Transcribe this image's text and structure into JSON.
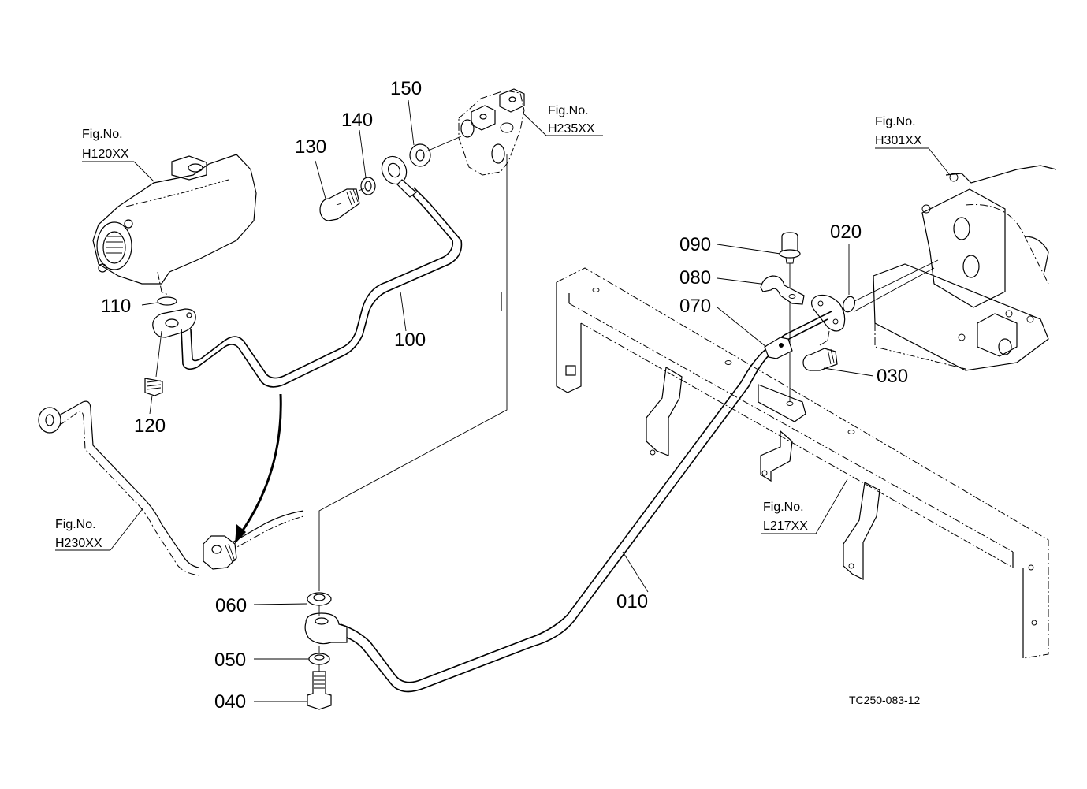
{
  "diagram": {
    "type": "exploded parts diagram",
    "drawing_number": "TC250-083-12",
    "fig_references": [
      {
        "id": "ref-h120",
        "caption": "Fig.No.",
        "code": "H120XX"
      },
      {
        "id": "ref-h235",
        "caption": "Fig.No.",
        "code": "H235XX"
      },
      {
        "id": "ref-h301",
        "caption": "Fig.No.",
        "code": "H301XX"
      },
      {
        "id": "ref-h230",
        "caption": "Fig.No.",
        "code": "H230XX"
      },
      {
        "id": "ref-l217",
        "caption": "Fig.No.",
        "code": "L217XX"
      }
    ],
    "parts": [
      {
        "number": "010",
        "item": "pipe"
      },
      {
        "number": "020",
        "item": "o-ring"
      },
      {
        "number": "030",
        "item": "bolt"
      },
      {
        "number": "040",
        "item": "hollow bolt"
      },
      {
        "number": "050",
        "item": "washer"
      },
      {
        "number": "060",
        "item": "washer"
      },
      {
        "number": "070",
        "item": "cushion"
      },
      {
        "number": "080",
        "item": "clamp"
      },
      {
        "number": "090",
        "item": "bolt"
      },
      {
        "number": "100",
        "item": "pipe"
      },
      {
        "number": "110",
        "item": "o-ring"
      },
      {
        "number": "120",
        "item": "bolt"
      },
      {
        "number": "130",
        "item": "hollow bolt"
      },
      {
        "number": "140",
        "item": "washer"
      },
      {
        "number": "150",
        "item": "washer"
      }
    ]
  }
}
